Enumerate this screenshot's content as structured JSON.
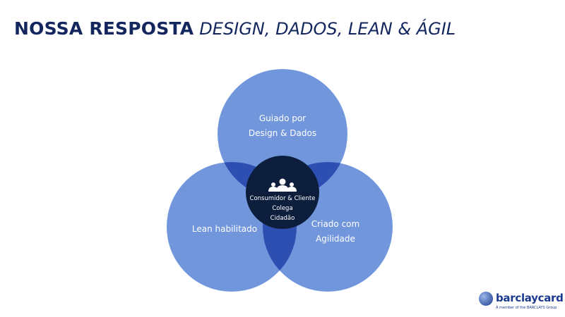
{
  "title": {
    "bold": "NOSSA RESPOSTA",
    "italic": "DESIGN, DADOS, LEAN & ÁGIL"
  },
  "venn": {
    "top": {
      "line1": "Guiado por",
      "line2": "Design & Dados"
    },
    "left": {
      "line1": "Lean habilitado"
    },
    "right": {
      "line1": "Criado com",
      "line2": "Agilidade"
    },
    "center": {
      "icon": "people-group-icon",
      "line1": "Consumidor & Cliente",
      "line2": "Colega",
      "line3": "Cidadão"
    }
  },
  "colors": {
    "title": "#13275e",
    "circle": "#7196dc",
    "overlap": "#2e4fb2",
    "center": "#0d1e3d"
  },
  "logo": {
    "name": "barclaycard",
    "tagline": "A member of the BARCLAYS Group"
  }
}
